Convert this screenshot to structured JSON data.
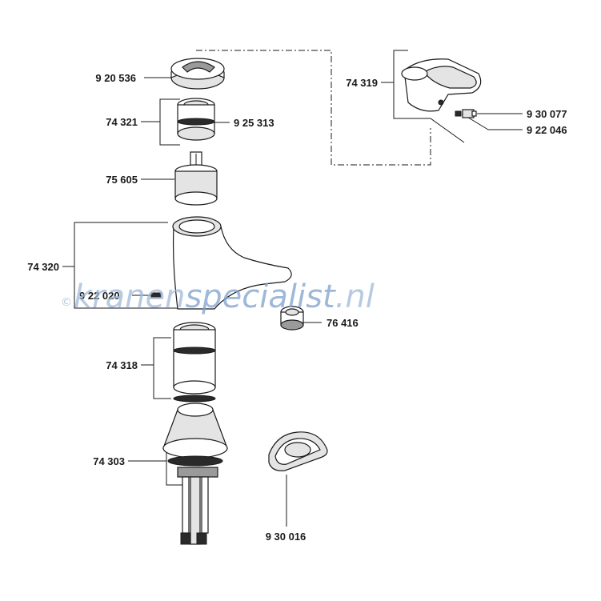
{
  "parts": {
    "p920536": "9 20 536",
    "p74321": "74 321",
    "p925313": "9 25 313",
    "p75605": "75 605",
    "p74319": "74 319",
    "p930077": "9 30 077",
    "p922046": "9 22 046",
    "p74320": "74 320",
    "p922020": "9 22 020",
    "p76416": "76 416",
    "p74318": "74 318",
    "p74303": "74 303",
    "p930016": "9 30 016"
  },
  "watermark": {
    "copyright": "©",
    "part1": "kranen",
    "part2": "specialist",
    "part3": ".nl"
  }
}
